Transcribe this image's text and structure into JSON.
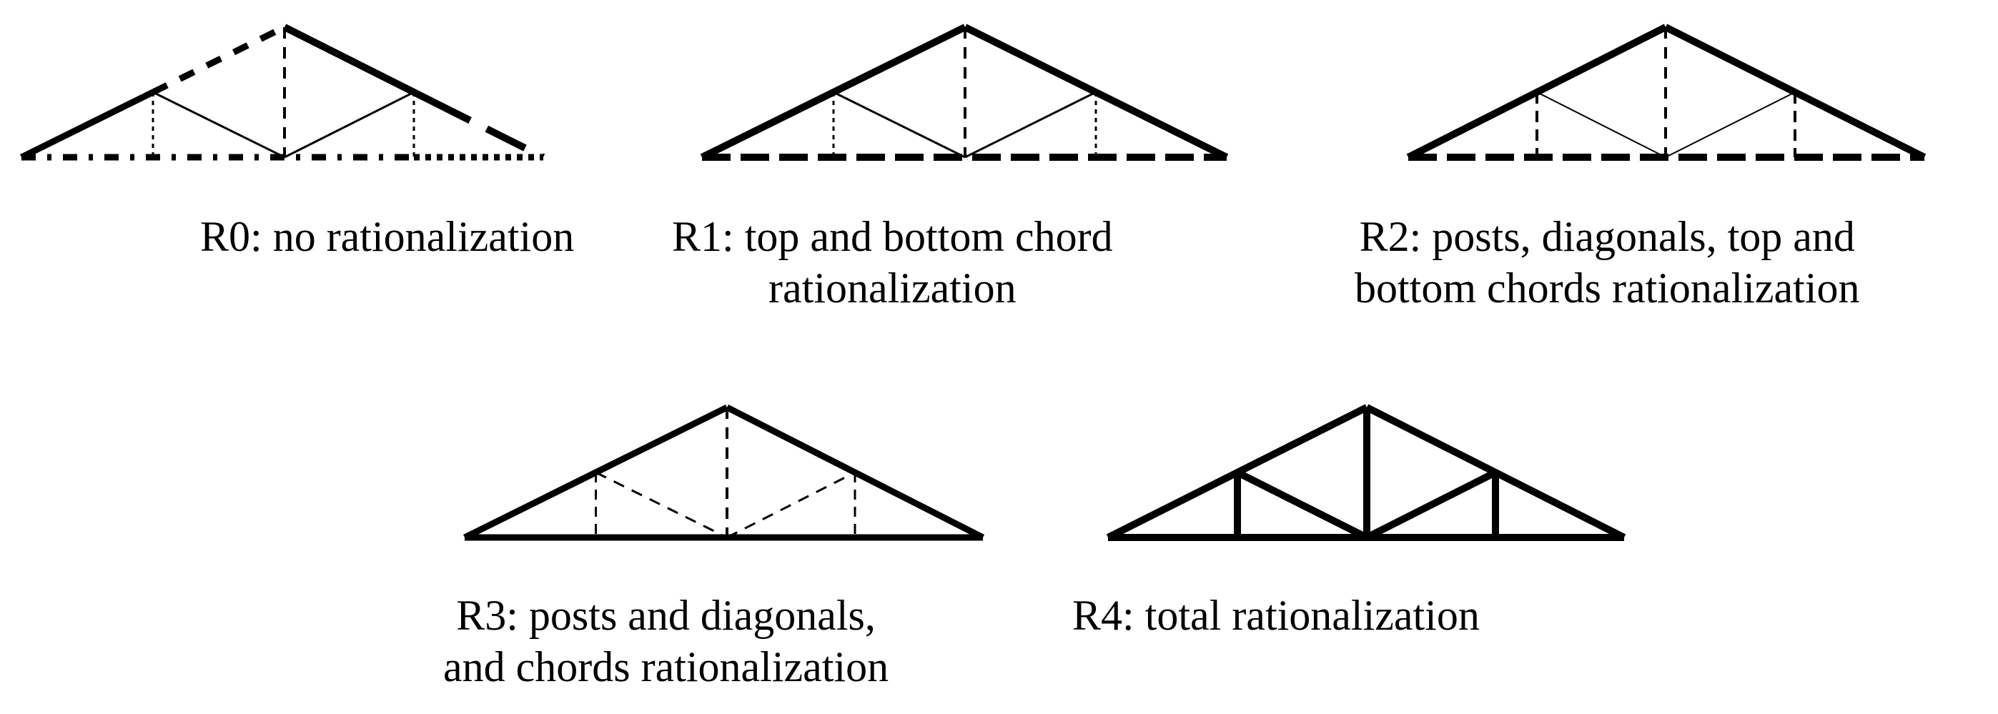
{
  "colors": {
    "line": "#000000",
    "background": "#ffffff"
  },
  "trusses": [
    {
      "id": "r0",
      "caption_lines": [
        "R0: no rationalization"
      ]
    },
    {
      "id": "r1",
      "caption_lines": [
        "R1: top and bottom chord",
        "rationalization"
      ]
    },
    {
      "id": "r2",
      "caption_lines": [
        "R2: posts, diagonals, top and",
        "bottom chords rationalization"
      ]
    },
    {
      "id": "r3",
      "caption_lines": [
        "R3: posts and diagonals,",
        "and chords rationalization"
      ]
    },
    {
      "id": "r4",
      "caption_lines": [
        "R4: total rationalization"
      ]
    }
  ]
}
